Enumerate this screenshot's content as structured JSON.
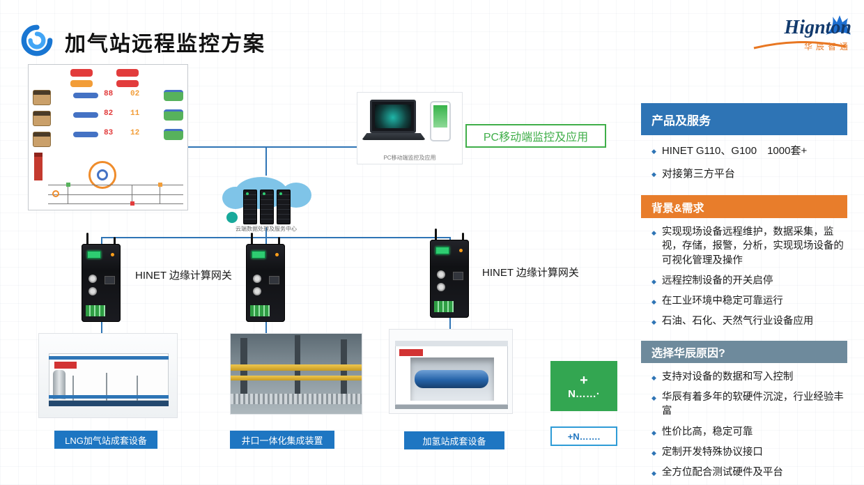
{
  "title": "加气站远程监控方案",
  "brand": {
    "name": "Hignton",
    "tagline": "华辰智通"
  },
  "diagram": {
    "scada": {
      "numbers": [
        "88",
        "02",
        "82",
        "11",
        "83",
        "12"
      ]
    },
    "pc_caption": "PC移动端监控及应用",
    "pc_label": "PC移动端监控及应用",
    "cloud_caption": "云端数据处理及服务中心",
    "gateway_left_label": "HINET 边缘计算网关",
    "gateway_right_label": "HINET 边缘计算网关",
    "plus_green_line1": "+",
    "plus_green_line2": "N……·",
    "plus_white_label": "+N…….",
    "equipment": [
      "LNG加气站成套设备",
      "井口一体化集成装置",
      "加氢站成套设备"
    ]
  },
  "panel": {
    "sections": [
      {
        "title": "产品及服务",
        "items": [
          "HINET G110、G100　1000套+",
          "对接第三方平台"
        ]
      },
      {
        "title": "背景&需求",
        "items": [
          "实现现场设备远程维护，数据采集，监视，存储，报警，分析，实现现场设备的可视化管理及操作",
          "远程控制设备的开关启停",
          "在工业环境中稳定可靠运行",
          "石油、石化、天然气行业设备应用"
        ]
      },
      {
        "title": "选择华辰原因?",
        "items": [
          "支持对设备的数据和写入控制",
          "华辰有着多年的软硬件沉淀，行业经验丰富",
          "性价比高，稳定可靠",
          "定制开发特殊协议接口",
          "全方位配合测试硬件及平台"
        ]
      }
    ]
  },
  "colors": {
    "line_blue": "#2e74b5",
    "header_blue": "#2e74b5",
    "header_orange": "#e87d2b",
    "header_gray": "#6e8a9c",
    "green_accent": "#3fae49",
    "green_box": "#33a651",
    "label_blue": "#1e76c2",
    "brand_navy": "#123a6d",
    "brand_orange": "#e87722"
  }
}
